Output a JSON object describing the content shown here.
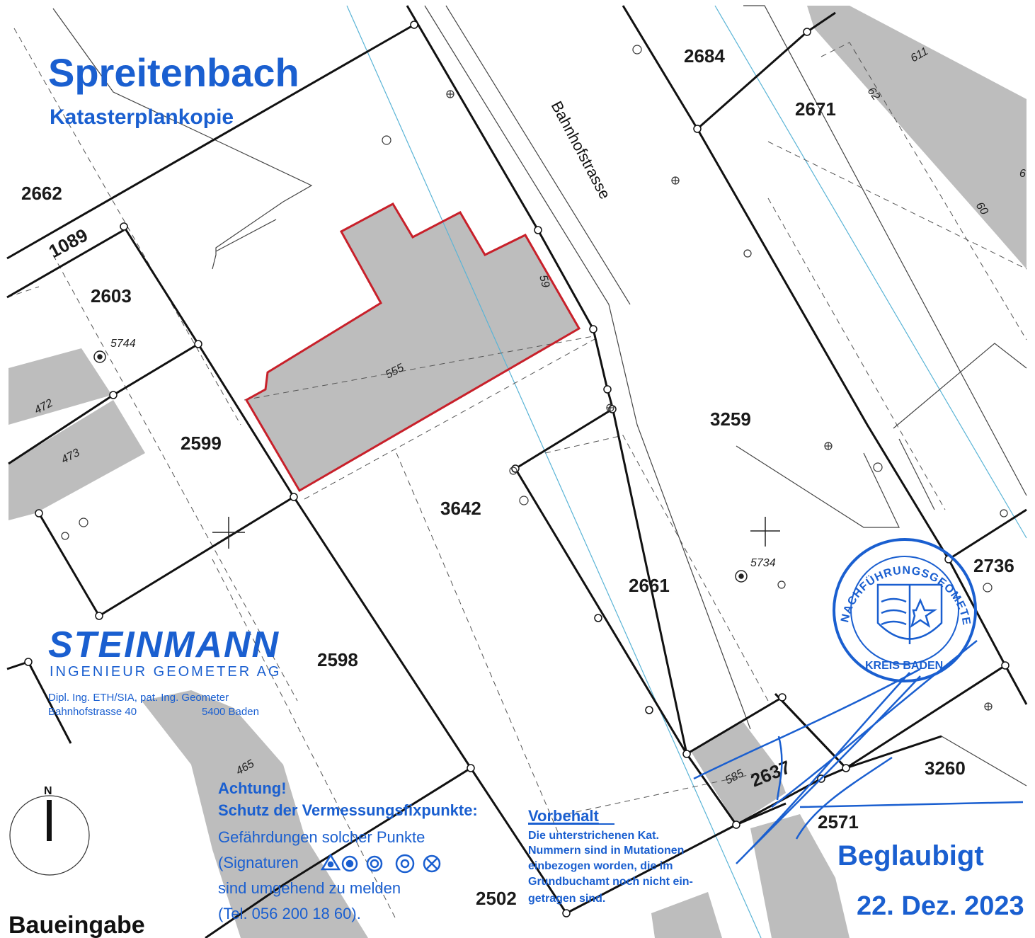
{
  "map": {
    "place_name": "Spreitenbach",
    "subtitle": "Katasterplankopie",
    "street": "Bahnhofstrasse",
    "north_label": "N",
    "bottom_label": "Baueingabe",
    "colors": {
      "building_fill": "#bdbdbd",
      "parcel_line": "#111111",
      "highlight": "#c8202a",
      "stamp_blue": "#1a5fd0",
      "water_line": "#5ab4d6"
    },
    "parcels": [
      "2684",
      "2671",
      "2662",
      "1089",
      "2603",
      "2599",
      "3259",
      "3642",
      "2661",
      "2736",
      "2598",
      "2637",
      "3260",
      "2571",
      "2502"
    ],
    "building_numbers": [
      "611",
      "62",
      "6",
      "60",
      "59",
      "555",
      "472",
      "473",
      "465",
      "585"
    ],
    "fixpoints": [
      "5744",
      "5734"
    ]
  },
  "geometer_stamp": {
    "company": "STEINMANN",
    "subtitle": "INGENIEUR GEOMETER AG",
    "line1": "Dipl. Ing. ETH/SIA, pat. Ing. Geometer",
    "address_left": "Bahnhofstrasse 40",
    "address_right": "5400 Baden"
  },
  "warning": {
    "title": "Achtung!",
    "lines": [
      "Schutz der Vermessungsfixpunkte:",
      "Gefährdungen solcher Punkte",
      "(Signaturen",
      "sind umgehend zu melden",
      "(Tel. 056 200 18 60)."
    ]
  },
  "reservation": {
    "title": "Vorbehalt",
    "lines": [
      "Die unterstrichenen Kat.",
      "Nummern sind in Mutationen",
      "einbezogen worden, die im",
      "Grundbuchamt noch nicht ein-",
      "getragen sind."
    ]
  },
  "seal": {
    "arc_text": "NACHFÜHRUNGSGEOMETER",
    "bottom_text": "KREIS BADEN"
  },
  "certification": {
    "label": "Beglaubigt",
    "date": "22. Dez. 2023"
  }
}
